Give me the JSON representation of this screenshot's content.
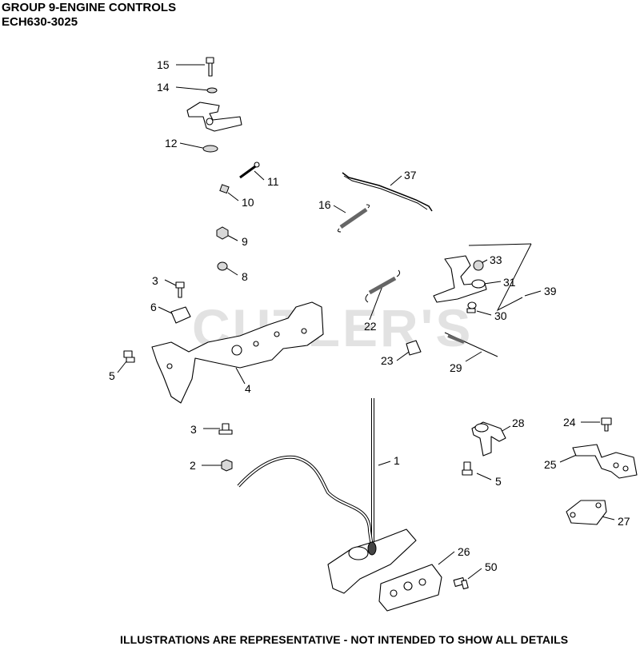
{
  "header": {
    "title_line1": "GROUP 9-ENGINE CONTROLS",
    "title_line2": "ECH630-3025"
  },
  "watermark": "CUTLER'S",
  "footer": "ILLUSTRATIONS ARE REPRESENTATIVE - NOT INTENDED TO SHOW ALL DETAILS",
  "callouts": {
    "c15": "15",
    "c14": "14",
    "c12": "12",
    "c11": "11",
    "c10": "10",
    "c9": "9",
    "c8": "8",
    "c3a": "3",
    "c6": "6",
    "c5a": "5",
    "c4": "4",
    "c37": "37",
    "c16": "16",
    "c22": "22",
    "c33": "33",
    "c31": "31",
    "c39": "39",
    "c30": "30",
    "c23": "23",
    "c29": "29",
    "c3b": "3",
    "c2": "2",
    "c1": "1",
    "c28": "28",
    "c24": "24",
    "c25": "25",
    "c5b": "5",
    "c27": "27",
    "c26": "26",
    "c50": "50"
  }
}
